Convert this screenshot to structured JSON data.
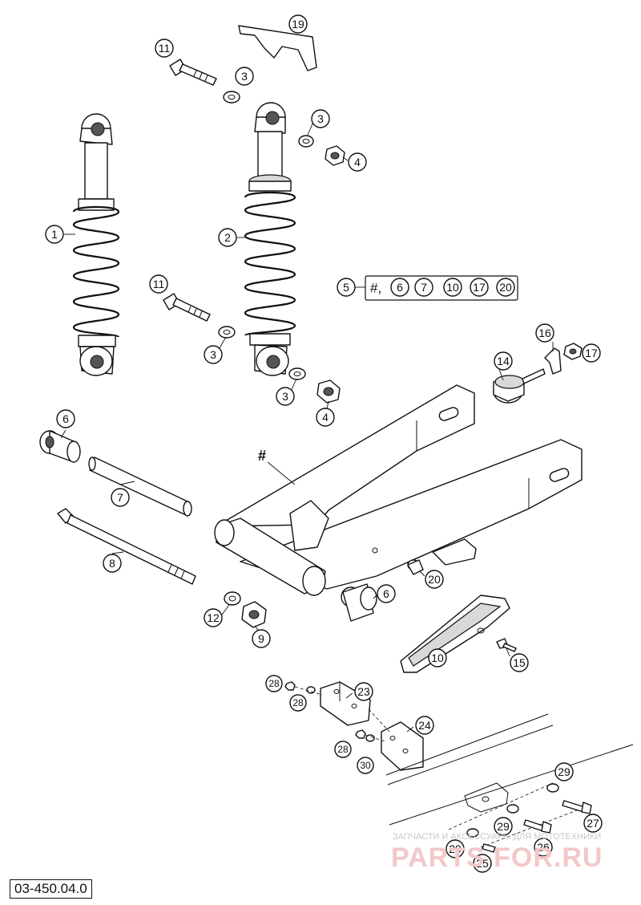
{
  "diagram": {
    "code": "03-450.04.0",
    "hash_symbol": "#",
    "kit": {
      "number": "5",
      "text": "#,",
      "items": [
        "6",
        "7",
        "10",
        "17",
        "20"
      ]
    },
    "callouts": [
      {
        "id": "c1",
        "label": "1"
      },
      {
        "id": "c2",
        "label": "2"
      },
      {
        "id": "c3a",
        "label": "3"
      },
      {
        "id": "c3b",
        "label": "3"
      },
      {
        "id": "c3c",
        "label": "3"
      },
      {
        "id": "c3d",
        "label": "3"
      },
      {
        "id": "c4a",
        "label": "4"
      },
      {
        "id": "c4b",
        "label": "4"
      },
      {
        "id": "c6a",
        "label": "6"
      },
      {
        "id": "c6b",
        "label": "6"
      },
      {
        "id": "c7",
        "label": "7"
      },
      {
        "id": "c8",
        "label": "8"
      },
      {
        "id": "c9",
        "label": "9"
      },
      {
        "id": "c10",
        "label": "10"
      },
      {
        "id": "c11a",
        "label": "11"
      },
      {
        "id": "c11b",
        "label": "11"
      },
      {
        "id": "c12",
        "label": "12"
      },
      {
        "id": "c14",
        "label": "14"
      },
      {
        "id": "c15",
        "label": "15"
      },
      {
        "id": "c16",
        "label": "16"
      },
      {
        "id": "c17",
        "label": "17"
      },
      {
        "id": "c19",
        "label": "19"
      },
      {
        "id": "c20",
        "label": "20"
      },
      {
        "id": "c23",
        "label": "23"
      },
      {
        "id": "c24",
        "label": "24"
      },
      {
        "id": "c25",
        "label": "25"
      },
      {
        "id": "c26",
        "label": "26"
      },
      {
        "id": "c27",
        "label": "27"
      },
      {
        "id": "c28a",
        "label": "28"
      },
      {
        "id": "c28b",
        "label": "28"
      },
      {
        "id": "c28c",
        "label": "28"
      },
      {
        "id": "c29a",
        "label": "29"
      },
      {
        "id": "c29b",
        "label": "29"
      },
      {
        "id": "c29c",
        "label": "29"
      },
      {
        "id": "c30",
        "label": "30"
      }
    ]
  },
  "watermark": {
    "caption": "ЗАПЧАСТИ И АКСЕССУАРЫ ДЛЯ МОТОТЕХНИКИ",
    "brand": "PARTS FOR.RU"
  }
}
